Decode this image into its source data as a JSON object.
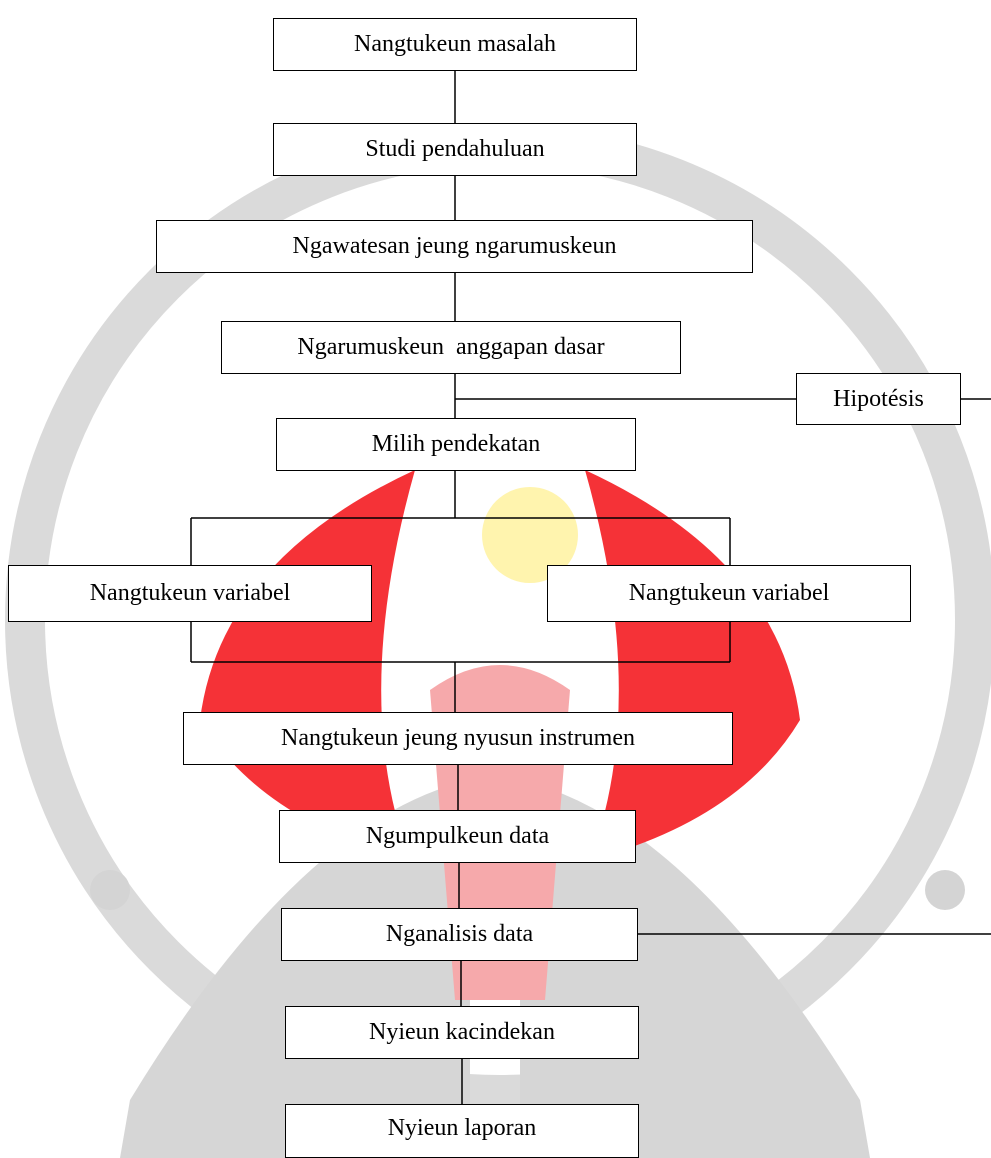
{
  "flowchart": {
    "steps": [
      "Nangtukeun masalah",
      "Studi pendahuluan",
      "Ngawatesan jeung ngarumuskeun",
      "Ngarumuskeun  anggapan dasar",
      "Milih pendekatan",
      "Nangtukeun variabel",
      "Nangtukeun variabel",
      "Nangtukeun jeung nyusun instrumen",
      "Ngumpulkeun data",
      "Nganalisis data",
      "Nyieun kacindekan",
      "Nyieun laporan"
    ],
    "side_box": "Hipotésis"
  },
  "colors": {
    "line": "#000000",
    "box_border": "#000000",
    "watermark_gray": "#c8c8c8",
    "watermark_red": "#f0181e",
    "watermark_yellow": "#fff2a0"
  }
}
